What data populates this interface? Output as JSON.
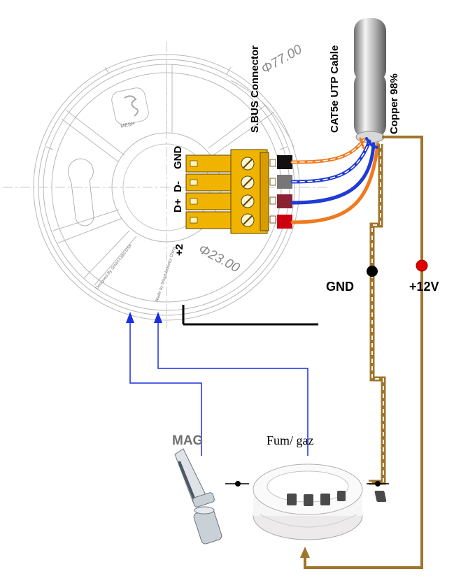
{
  "labels": {
    "sbus_connector": "S.BUS Connector",
    "cable": "CAT5e UTP Cable",
    "copper": "Copper 98%",
    "gnd_pin": "GND",
    "d_minus": "D-",
    "d_plus": "D+",
    "plus2": "+2",
    "gnd": "GND",
    "plus12v": "+12V",
    "mag": "MAG",
    "smoke": "Fum/ gaz",
    "dim_outer": "Φ77.00",
    "dim_inner": "Φ23.00",
    "logo": "MESH",
    "designed_by": "Designed By Smart-Labs USA",
    "made_by": "Made by Smart-Industry China"
  },
  "colors": {
    "copper_wire": "#a0742b",
    "signal_wire": "#1a2ee6",
    "connector": "#f0b400",
    "orange_wire": "#f07a1e",
    "blue_wire": "#1f3bd6",
    "red_dot": "#e00000"
  }
}
